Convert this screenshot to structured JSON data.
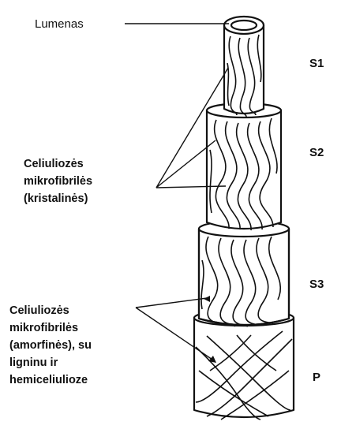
{
  "labels": {
    "lumen": "Lumenas",
    "layers": [
      "S1",
      "S2",
      "S3",
      "P"
    ],
    "crystalline": [
      "Celiuliozės",
      "mikrofibrilės",
      "(kristalinės)"
    ],
    "amorphous": [
      "Celiuliozės",
      "mikrofibrilės",
      "(amorfinės), su",
      "ligninu ir",
      "hemiceliulioze"
    ]
  },
  "colors": {
    "ink": "#111111",
    "fill": "#ffffff"
  }
}
